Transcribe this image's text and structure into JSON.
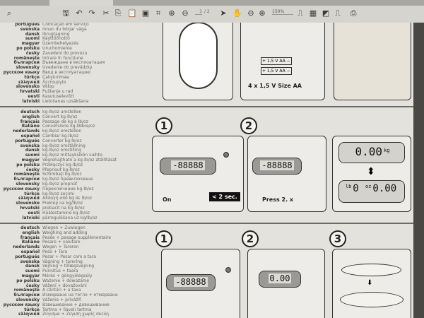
{
  "toolbar": {
    "page_current": "1",
    "page_total": "/ 2",
    "zoom": "150%",
    "icons": [
      "search-icon",
      "save-icon",
      "undo-icon",
      "redo-icon",
      "cut-icon",
      "copy-icon",
      "paste-icon",
      "snapshot-icon",
      "find-icon",
      "page-up-icon",
      "page-down-icon",
      "select-icon",
      "hand-icon",
      "zoom-out-icon",
      "zoom-in-icon",
      "fit-page-icon",
      "fit-width-icon",
      "fit-icon",
      "layout-icon",
      "print-icon"
    ]
  },
  "section1": {
    "rows": [
      [
        "português",
        "Colocação em serviço"
      ],
      [
        "svenska",
        "Innan du börjar väga"
      ],
      [
        "dansk",
        "Ibrugtagning"
      ],
      [
        "suomi",
        "Käyttöönotto"
      ],
      [
        "magyar",
        "Üzembehelyezés"
      ],
      [
        "po polsku",
        "Uruchomienie"
      ],
      [
        "česky",
        "Zavedení do provozu"
      ],
      [
        "româneşte",
        "Intrare în funcţiune"
      ],
      [
        "български",
        "Въвеждане в експлоатация"
      ],
      [
        "slovensky",
        "Uvedenie do prevádzky"
      ],
      [
        "русском языку",
        "Ввод в эксплуатацию"
      ],
      [
        "türkçe",
        "Çalıştırılması"
      ],
      [
        "ελληνικά",
        "Λειτουργία"
      ],
      [
        "slovensko",
        "Vklop"
      ],
      [
        "hrvatski",
        "Puštanje u rad"
      ],
      [
        "eesti",
        "Kasutuselevõtt"
      ],
      [
        "latviski",
        "Lietošanas uzsākšana"
      ]
    ],
    "battery_label": "4 x 1,5 V  Size AA",
    "battery_cell": "+ 1,5 V AA −"
  },
  "section2": {
    "rows": [
      [
        "deutsch",
        "kg-lb/oz umstellen"
      ],
      [
        "english",
        "Convert kg-lb/oz"
      ],
      [
        "français",
        "Passage de kg à lb/oz"
      ],
      [
        "italiano",
        "Conversione kg-libbre/oz"
      ],
      [
        "nederlands",
        "kg-lb/oz omstellen"
      ],
      [
        "español",
        "Cambiar kg-lb/oz"
      ],
      [
        "português",
        "Converter kg-lb/oz"
      ],
      [
        "svenska",
        "kg-lb/oz omställning"
      ],
      [
        "dansk",
        "kg-lb/oz omstilling"
      ],
      [
        "suomi",
        "kg-lb/oz mittayksikön vaihto"
      ],
      [
        "magyar",
        "Végrehajtható a kg-lb/oz átállítását"
      ],
      [
        "po polsku",
        "Przełączyć kg-lb/oz"
      ],
      [
        "česky",
        "Přepnout kg-lb/oz"
      ],
      [
        "româneşte",
        "Schimbaţi kg-lb/oz"
      ],
      [
        "български",
        "kg-lb/oz превключване"
      ],
      [
        "slovensky",
        "kg-lb/oz prepnúť"
      ],
      [
        "русском языку",
        "Переключение kg-lb/oz"
      ],
      [
        "türkçe",
        "kg-lb/oz seçimi"
      ],
      [
        "ελληνικά",
        "Αλλαγή από kg σε lb/oz"
      ],
      [
        "slovensko",
        "Preklop na kg/lb/oz"
      ],
      [
        "hrvatski",
        "prebacit na kg-lb/oz"
      ],
      [
        "eesti",
        "Häälestamine kg-lb/oz"
      ],
      [
        "latviski",
        "pārregulēšana uz kg/lb/oz"
      ]
    ],
    "step1": "1",
    "step2": "2",
    "lcd_all": "-88888",
    "on_label": "On",
    "hold_label": "< 2 sec.",
    "press_label": "Press 2. x",
    "kg_value": "0.00",
    "kg_unit": "kg",
    "lb_unit": "lb",
    "oz_unit": "oz",
    "lb_value": "0",
    "oz_value": "0.00"
  },
  "section3": {
    "rows": [
      [
        "deutsch",
        "Wiegen + Zuwiegen"
      ],
      [
        "english",
        "Weighing and adding"
      ],
      [
        "français",
        "Pesée + pesage supplémentaire"
      ],
      [
        "italiano",
        "Pesare + valutare"
      ],
      [
        "nederlands",
        "Wegen + Tareren"
      ],
      [
        "español",
        "Peso + Tara"
      ],
      [
        "português",
        "Pesar + Pesar com a tara"
      ],
      [
        "svenska",
        "Vägning + tarering"
      ],
      [
        "dansk",
        "Vejning + tillægsvejning"
      ],
      [
        "suomi",
        "Punnitus + taara"
      ],
      [
        "magyar",
        "Mérés + göngyölegsúly"
      ],
      [
        "po polsku",
        "Ważenie + doważanie"
      ],
      [
        "česky",
        "Vážení + dovažování"
      ],
      [
        "româneşte",
        "A cântări + a taxa"
      ],
      [
        "български",
        "Измерване на тегло + отмерване"
      ],
      [
        "slovensky",
        "Váženie + prívážiť"
      ],
      [
        "русском языку",
        "Взвешивание + довешивание"
      ],
      [
        "türkçe",
        "Tartma + İlaveli tartma"
      ],
      [
        "ελληνικά",
        "Ζύγισμα + Ζύγιση χωρίς σκεύη"
      ]
    ],
    "step1": "1",
    "step2": "2",
    "step3": "3",
    "lcd_all": "-88888",
    "lcd_zero": "0.00"
  }
}
